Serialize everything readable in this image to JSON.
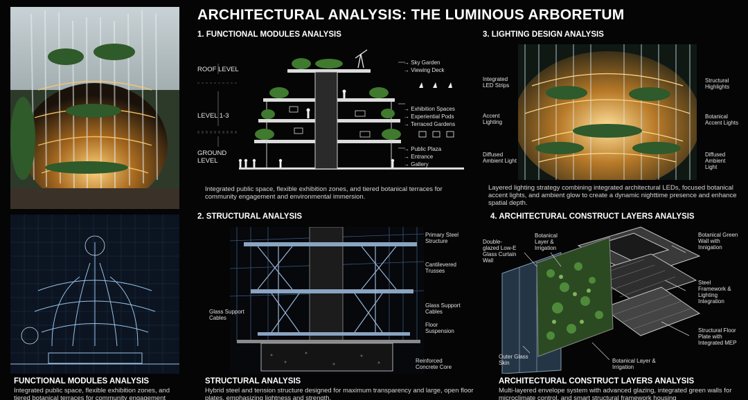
{
  "title": "ARCHITECTURAL ANALYSIS: THE LUMINOUS ARBORETUM",
  "left_column": {
    "bottom_heading": "FUNCTIONAL MODULES ANALYSIS",
    "bottom_caption": "Integrated public space, flexible exhibition zones, and tiered botanical terraces for community engagement"
  },
  "functional": {
    "heading": "1. FUNCTIONAL MODULES ANALYSIS",
    "levels": [
      "ROOF LEVEL",
      "LEVEL 1-3",
      "GROUND LEVEL"
    ],
    "roof_items": [
      "Sky Garden",
      "Viewing Deck"
    ],
    "mid_items": [
      "Exhibition Spaces",
      "Experiential Pods",
      "Terraced Gardens"
    ],
    "ground_items": [
      "Public Plaza",
      "Entrance",
      "Gallery"
    ],
    "caption": "Integrated public space, flexible exhibition zones, and tiered botanical terraces for community engagement and environmental immersion."
  },
  "lighting": {
    "heading": "3. LIGHTING DESIGN ANALYSIS",
    "labels_left": [
      "Integrated LED Strips",
      "Accent Lighting",
      "Diffused Ambient Light"
    ],
    "labels_right": [
      "Structural Highlights",
      "Botanical Accent Lights",
      "Diffused Ambient Light"
    ],
    "caption": "Layered lighting strategy combining integrated architectural LEDs, focused botanical accent lights, and ambient glow to create a dynamic nighttime presence and enhance spatial depth."
  },
  "structural": {
    "heading": "2. STRUCTURAL ANALYSIS",
    "labels_right": [
      "Primary Steel Structure",
      "Cantilevered Trusses",
      "Glass Support Cables",
      "Floor Suspension",
      "Reinforced Concrete Core"
    ],
    "labels_left": [
      "Glass Support Cables"
    ],
    "bottom_heading": "STRUCTURAL ANALYSIS",
    "bottom_caption": "Hybrid steel and tension structure designed for maximum transparency and large, open floor plates, emphasizing lightness and strength."
  },
  "construct": {
    "heading": "4. ARCHITECTURAL CONSTRUCT LAYERS ANALYSIS",
    "labels": [
      "Double-glazed Low-E Glass Curtain Wall",
      "Botanical Layer & Irrigation",
      "Botanical Green Wall with Innigation",
      "Steel Framework & Lighting Integration",
      "Structural Floor Plate with Integrated MEP",
      "Outer Glass Skin",
      "Botanical Layer & Irrigation"
    ],
    "bottom_heading": "ARCHITECTURAL CONSTRUCT LAYERS ANALYSIS",
    "bottom_caption": "Multi-layered envelope system with advanced glazing, integrated green walls for microclimate control, and smart structural framework housing"
  },
  "colors": {
    "background": "#050505",
    "accent_gold": "#e0a640",
    "blueprint_blue": "#5a8fc4"
  }
}
